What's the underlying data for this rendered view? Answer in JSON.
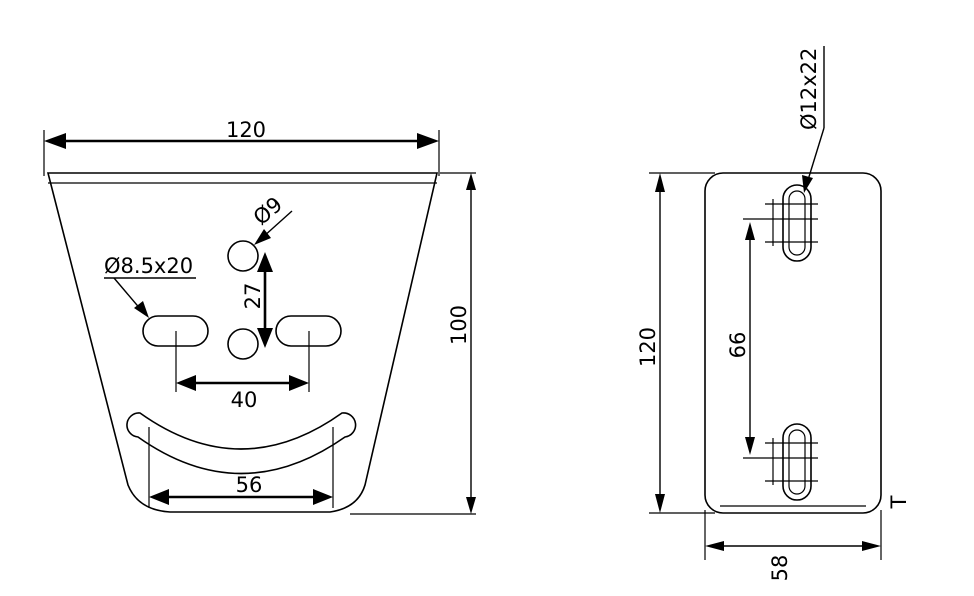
{
  "front_view": {
    "width_dim": "120",
    "height_dim": "100",
    "hole_dim": "Ø9",
    "slot_dim": "Ø8.5x20",
    "hole_spacing_dim": "27",
    "slot_spacing_dim": "40",
    "arc_slot_dim": "56"
  },
  "side_view": {
    "slot_dim": "Ø12x22",
    "height_dim": "120",
    "slot_spacing_dim": "66",
    "width_dim": "58",
    "thickness_label": "T"
  },
  "colors": {
    "line": "#000000",
    "background": "#ffffff"
  }
}
